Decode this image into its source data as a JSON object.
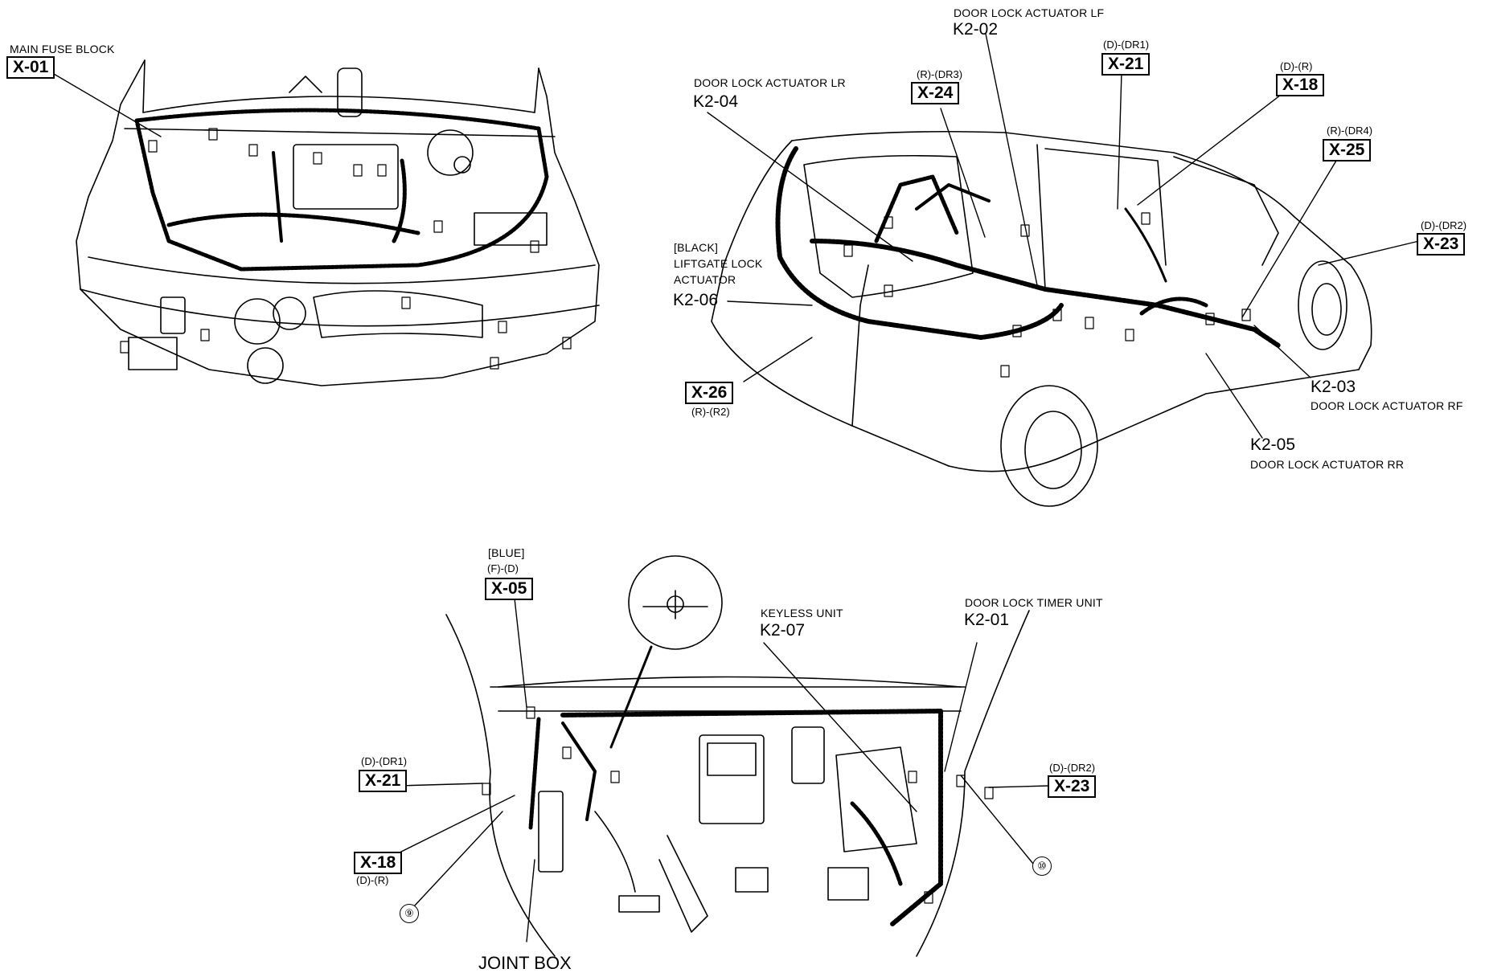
{
  "engine": {
    "main_fuse_block_label": "MAIN FUSE BLOCK",
    "x01": "X-01"
  },
  "body": {
    "lf_label": "DOOR LOCK ACTUATOR LF",
    "lf_code": "K2-02",
    "lr_label": "DOOR LOCK ACTUATOR LR",
    "lr_code": "K2-04",
    "x24_sub": "(R)-(DR3)",
    "x24": "X-24",
    "x21_sub": "(D)-(DR1)",
    "x21": "X-21",
    "x18_sub": "(D)-(R)",
    "x18": "X-18",
    "x25_sub": "(R)-(DR4)",
    "x25": "X-25",
    "x23_sub": "(D)-(DR2)",
    "x23": "X-23",
    "liftgate_line1": "[BLACK]",
    "liftgate_line2": "LIFTGATE LOCK",
    "liftgate_line3": "ACTUATOR",
    "liftgate_code": "K2-06",
    "x26": "X-26",
    "x26_sub": "(R)-(R2)",
    "rf_code": "K2-03",
    "rf_label": "DOOR LOCK ACTUATOR RF",
    "rr_code": "K2-05",
    "rr_label": "DOOR LOCK ACTUATOR RR"
  },
  "dash": {
    "blue": "[BLUE]",
    "x05_sub": "(F)-(D)",
    "x05": "X-05",
    "keyless_label": "KEYLESS UNIT",
    "keyless_code": "K2-07",
    "timer_label": "DOOR LOCK TIMER UNIT",
    "timer_code": "K2-01",
    "x21_sub": "(D)-(DR1)",
    "x21": "X-21",
    "x23_sub": "(D)-(DR2)",
    "x23": "X-23",
    "x18": "X-18",
    "x18_sub": "(D)-(R)",
    "circle9": "⑨",
    "circle10": "⑩",
    "joint_box": "JOINT BOX"
  }
}
